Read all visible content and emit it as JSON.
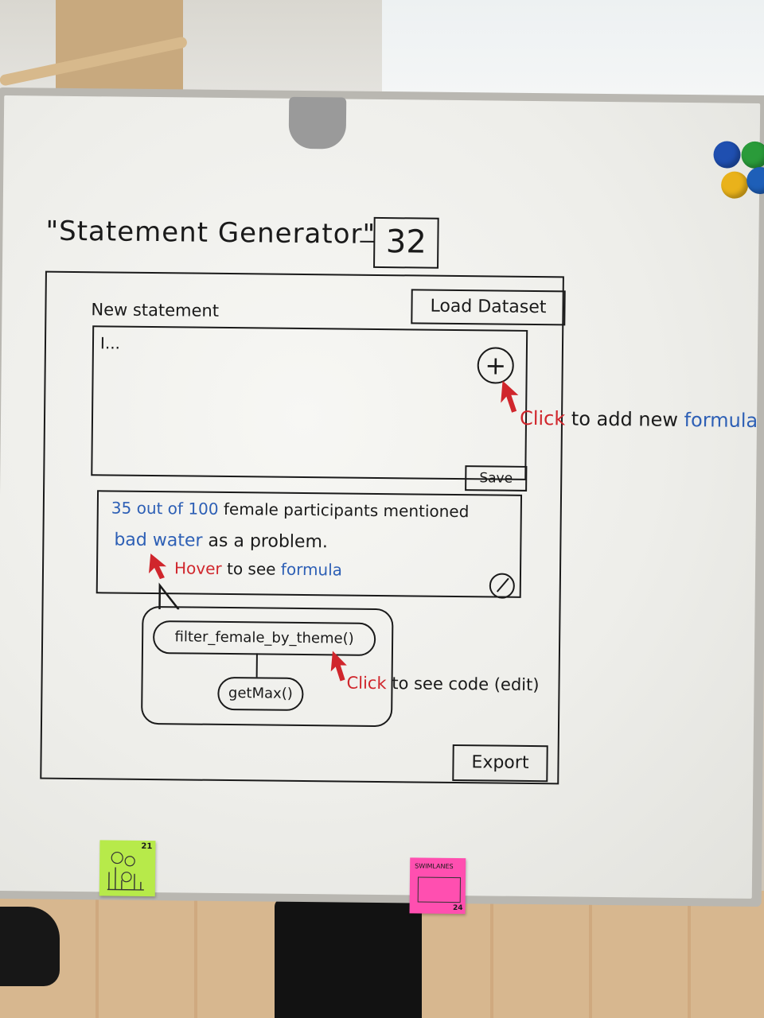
{
  "title": "\"Statement Generator\"",
  "board_number": "32",
  "load_button": "Load Dataset",
  "new_statement_label": "New statement",
  "input_placeholder": "I...",
  "save_button": "Save",
  "annotation_add": {
    "click": "Click",
    "rest": "to add new",
    "formula": "formula"
  },
  "statement": {
    "num1": "35",
    "out_of": "out of",
    "num2": "100",
    "line1_rest": "female participants mentioned",
    "bad_water": "bad water",
    "line2_rest": "as a problem."
  },
  "annotation_hover": {
    "hover": "Hover",
    "rest": "to see",
    "formula": "formula"
  },
  "formula_node_1": "filter_female_by_theme()",
  "formula_node_2": "getMax()",
  "annotation_code": {
    "click": "Click",
    "rest": "to see code (edit)"
  },
  "export_button": "Export",
  "sticky_green_number": "21",
  "sticky_pink_label": "SWIMLANES",
  "sticky_pink_number": "24",
  "colors": {
    "marker_blue": "#2d5fb5",
    "marker_red": "#d0262c",
    "sticky_green": "#b7ea4a",
    "sticky_pink": "#ff4fb0"
  }
}
